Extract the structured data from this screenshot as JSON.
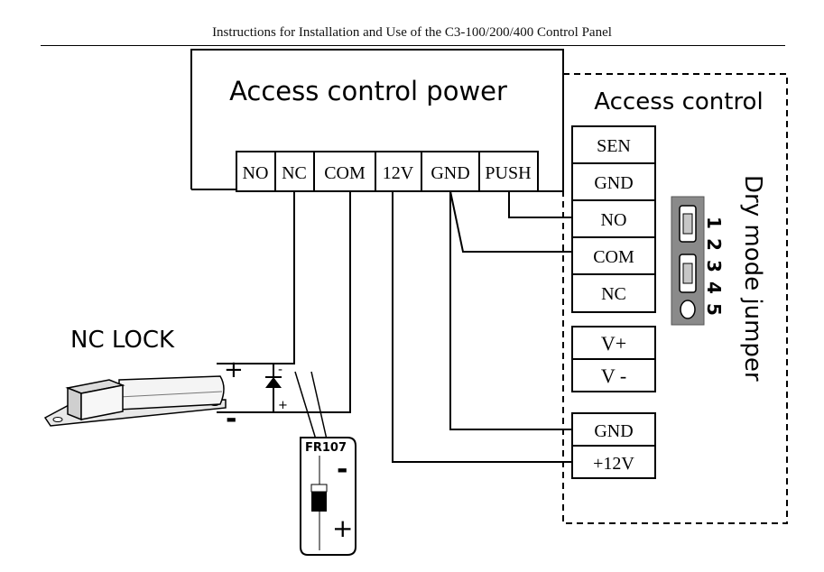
{
  "header": {
    "title": "Instructions for Installation and Use of the C3-100/200/400 Control Panel"
  },
  "power_supply": {
    "title": "Access control power",
    "terminals": [
      "NO",
      "NC",
      "COM",
      "12V",
      "GND",
      "PUSH"
    ]
  },
  "access_control": {
    "title": "Access control",
    "group1": [
      "SEN",
      "GND",
      "NO",
      "COM",
      "NC"
    ],
    "group2": [
      "V+",
      "V -"
    ],
    "group3": [
      "GND",
      "+12V"
    ]
  },
  "jumper": {
    "label": "Dry mode jumper",
    "pins": [
      "1",
      "2",
      "3",
      "4",
      "5"
    ]
  },
  "lock": {
    "label": "NC LOCK",
    "plus": "+",
    "minus": "-"
  },
  "diode": {
    "model": "FR107",
    "minus_mark": "-",
    "plus_mark": "+",
    "near_minus": "-",
    "near_plus": "+"
  }
}
